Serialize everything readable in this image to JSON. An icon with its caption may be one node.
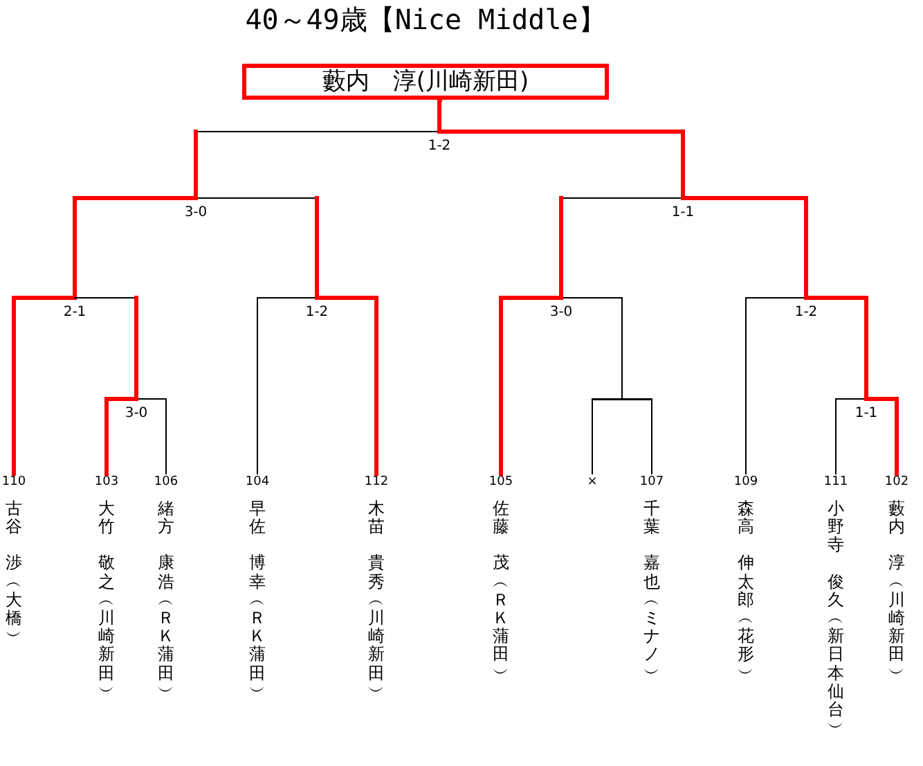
{
  "diagram": {
    "title": "40～49歳【Nice Middle】",
    "nodes": [
      {
        "text": [
          "藪内　淳(川崎新田)"
        ]
      },
      {
        "text": [
          "1-2"
        ]
      },
      {
        "text": [
          "3-0"
        ]
      },
      {
        "text": [
          "1-1"
        ]
      },
      {
        "text": [
          "2-1"
        ]
      },
      {
        "text": [
          "1-2"
        ]
      },
      {
        "text": [
          "3-0"
        ]
      },
      {
        "text": [
          "1-2"
        ]
      },
      {
        "text": [
          "3-0"
        ]
      },
      {
        "text": [],
        "shape": "bar"
      },
      {
        "text": [
          "1-1"
        ]
      },
      {
        "text": [
          "110",
          "古谷",
          "渉︵大橋︶"
        ]
      },
      {
        "text": [
          "103",
          "大竹",
          "敬之︵川崎新田︶"
        ]
      },
      {
        "text": [
          "106",
          "緒方",
          "康浩︵ＲＫ蒲田︶"
        ]
      },
      {
        "text": [
          "104",
          "早佐",
          "博幸︵ＲＫ蒲田︶"
        ]
      },
      {
        "text": [
          "112",
          "木苗",
          "貴秀︵川崎新田︶"
        ]
      },
      {
        "text": [
          "105",
          "佐藤",
          "茂︵ＲＫ蒲田︶"
        ]
      },
      {
        "text": [
          "×"
        ]
      },
      {
        "text": [
          "107",
          "千葉",
          "嘉也︵ミナノ︶"
        ]
      },
      {
        "text": [
          "109",
          "森高",
          "伸太郎︵花形︶"
        ]
      },
      {
        "text": [
          "111",
          "小野寺",
          "俊久︵新日本仙台︶"
        ]
      },
      {
        "text": [
          "102",
          "藪内",
          "淳︵川崎新田︶"
        ]
      }
    ],
    "edges": [
      {
        "from": 1,
        "to": 0,
        "arrow": "none",
        "style": "thick",
        "color": "#ff0000"
      },
      {
        "from": 2,
        "to": 1,
        "arrow": "none"
      },
      {
        "from": 3,
        "to": 1,
        "arrow": "none",
        "style": "thick",
        "color": "#ff0000"
      },
      {
        "from": 4,
        "to": 2,
        "arrow": "none",
        "style": "thick",
        "color": "#ff0000"
      },
      {
        "from": 5,
        "to": 2,
        "arrow": "none"
      },
      {
        "from": 6,
        "to": 3,
        "arrow": "none"
      },
      {
        "from": 7,
        "to": 3,
        "arrow": "none",
        "style": "thick",
        "color": "#ff0000"
      },
      {
        "from": 11,
        "to": 4,
        "arrow": "none",
        "style": "thick",
        "color": "#ff0000"
      },
      {
        "from": 8,
        "to": 4,
        "arrow": "none"
      },
      {
        "from": 14,
        "to": 5,
        "arrow": "none"
      },
      {
        "from": 15,
        "to": 5,
        "arrow": "none",
        "style": "thick",
        "color": "#ff0000"
      },
      {
        "from": 16,
        "to": 6,
        "arrow": "none",
        "style": "thick",
        "color": "#ff0000"
      },
      {
        "from": 9,
        "to": 6,
        "arrow": "none"
      },
      {
        "from": 19,
        "to": 7,
        "arrow": "none"
      },
      {
        "from": 10,
        "to": 7,
        "arrow": "none",
        "style": "thick",
        "color": "#ff0000"
      },
      {
        "from": 12,
        "to": 8,
        "arrow": "none",
        "style": "thick",
        "color": "#ff0000"
      },
      {
        "from": 13,
        "to": 8,
        "arrow": "none"
      },
      {
        "from": 17,
        "to": 9,
        "arrow": "none"
      },
      {
        "from": 18,
        "to": 9,
        "arrow": "none"
      },
      {
        "from": 20,
        "to": 10,
        "arrow": "none"
      },
      {
        "from": 21,
        "to": 10,
        "arrow": "none",
        "style": "thick",
        "color": "#ff0000"
      }
    ]
  }
}
